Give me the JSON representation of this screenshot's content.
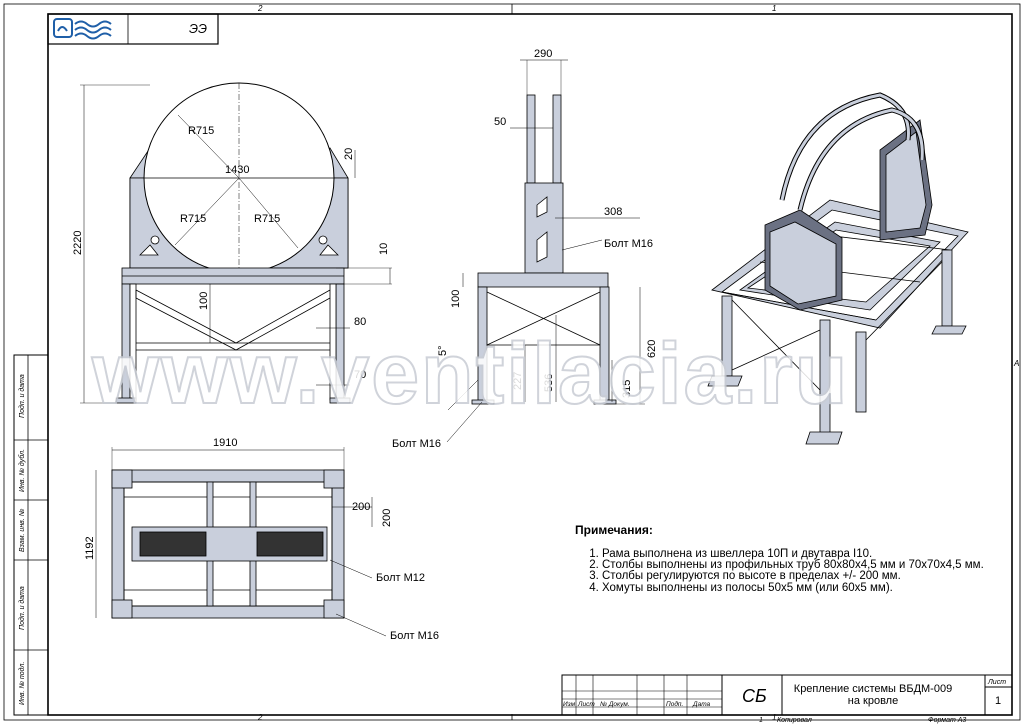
{
  "sheet": {
    "zone_top_left": "2",
    "zone_top_right": "1",
    "zone_bottom_left": "2",
    "zone_bottom_right": "1",
    "zone_side_a": "A",
    "stamp_code": "ЭЭ"
  },
  "views": {
    "front": {
      "dims": [
        "R715",
        "R715",
        "R715",
        "1430",
        "20",
        "2220",
        "10",
        "100",
        "80",
        "70"
      ]
    },
    "side": {
      "dims": [
        "290",
        "50",
        "308",
        "100",
        "620",
        "227",
        "536",
        "315",
        "5°"
      ],
      "bolt_top": "Болт М16",
      "bolt_bottom": "Болт М16"
    },
    "plan": {
      "dims": [
        "1910",
        "1192",
        "200",
        "200"
      ],
      "bolt_m12": "Болт М12",
      "bolt_m16": "Болт М16"
    }
  },
  "watermark": "www.ventilacia.ru",
  "notes": {
    "title": "Примечания:",
    "items": [
      "Рама выполнена из швеллера 10П и двутавра I10.",
      "Столбы выполнены из профильных труб 80х80х4,5 мм и 70х70х4,5 мм.",
      "Столбы регулируются по высоте в пределах +/- 200 мм.",
      "Хомуты выполнены из полосы 50х5 мм (или 60х5 мм)."
    ]
  },
  "side_strip": [
    "Подп. и дата",
    "Инв. № дубл.",
    "Взам. инв. №",
    "Подп. и дата",
    "Инв. № подл."
  ],
  "title_block": {
    "doc_code": "СБ",
    "title_line1": "Крепление системы ВБДМ-009",
    "title_line2": "на кровле",
    "sheet_label": "Лист",
    "sheet_no": "1",
    "col_izm": "Изм",
    "col_list": "Лист",
    "col_doc": "№ Докум.",
    "col_sign": "Подп.",
    "col_date": "Дата",
    "copied": "Копировал",
    "format": "Формат А3",
    "bottom_num": "1"
  },
  "colors": {
    "steel": "#c9cfdc",
    "steel_dark": "#6b7183",
    "line": "#000000",
    "logo": "#1f5fa8"
  }
}
